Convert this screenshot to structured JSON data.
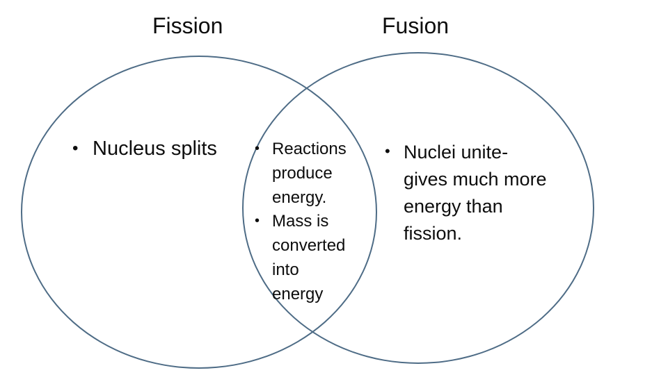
{
  "page": {
    "background_color": "#ffffff",
    "text_color": "#0d0d0d"
  },
  "diagram": {
    "type": "venn-diagram",
    "bullet": "•",
    "stroke_color": "#4e6c86",
    "left_circle": {
      "title": "Fission",
      "items": [
        "Nucleus splits"
      ]
    },
    "overlap": {
      "items": [
        "Reactions produce energy.",
        "Mass is converted into energy"
      ]
    },
    "right_circle": {
      "title": "Fusion",
      "items": [
        "Nuclei unite- gives much more energy than fission."
      ]
    }
  }
}
